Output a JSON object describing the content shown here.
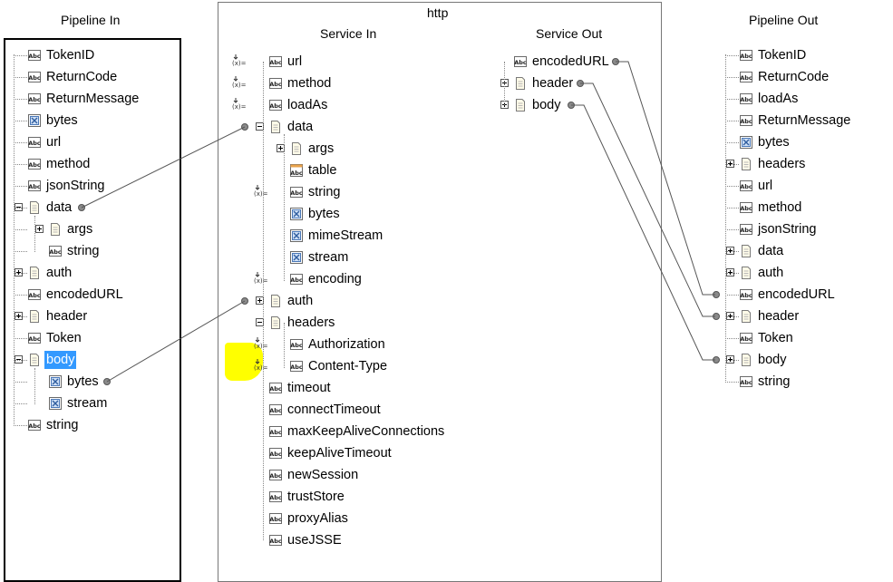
{
  "panels": {
    "pipeline_in_title": "Pipeline In",
    "http_title": "http",
    "service_in_title": "Service In",
    "service_out_title": "Service Out",
    "pipeline_out_title": "Pipeline Out"
  },
  "pipeline_in": {
    "nodes": [
      {
        "label": "TokenID",
        "icon": "string-icon"
      },
      {
        "label": "ReturnCode",
        "icon": "string-icon"
      },
      {
        "label": "ReturnMessage",
        "icon": "string-icon"
      },
      {
        "label": "bytes",
        "icon": "object-icon"
      },
      {
        "label": "url",
        "icon": "string-icon"
      },
      {
        "label": "method",
        "icon": "string-icon"
      },
      {
        "label": "jsonString",
        "icon": "string-icon"
      },
      {
        "label": "data",
        "icon": "document-icon"
      },
      {
        "label": "args",
        "icon": "document-icon"
      },
      {
        "label": "string",
        "icon": "string-icon"
      },
      {
        "label": "auth",
        "icon": "document-icon"
      },
      {
        "label": "encodedURL",
        "icon": "string-icon"
      },
      {
        "label": "header",
        "icon": "document-icon"
      },
      {
        "label": "Token",
        "icon": "string-icon"
      },
      {
        "label": "body",
        "icon": "document-icon",
        "selected": true
      },
      {
        "label": "bytes",
        "icon": "object-icon"
      },
      {
        "label": "stream",
        "icon": "object-icon"
      },
      {
        "label": "string",
        "icon": "string-icon"
      }
    ]
  },
  "service_in": {
    "nodes": [
      {
        "label": "url",
        "icon": "string-icon"
      },
      {
        "label": "method",
        "icon": "string-icon"
      },
      {
        "label": "loadAs",
        "icon": "string-icon"
      },
      {
        "label": "data",
        "icon": "document-icon"
      },
      {
        "label": "args",
        "icon": "document-icon"
      },
      {
        "label": "table",
        "icon": "table-icon"
      },
      {
        "label": "string",
        "icon": "string-icon"
      },
      {
        "label": "bytes",
        "icon": "object-icon"
      },
      {
        "label": "mimeStream",
        "icon": "object-icon"
      },
      {
        "label": "stream",
        "icon": "object-icon"
      },
      {
        "label": "encoding",
        "icon": "string-icon"
      },
      {
        "label": "auth",
        "icon": "document-icon"
      },
      {
        "label": "headers",
        "icon": "document-icon"
      },
      {
        "label": "Authorization",
        "icon": "string-icon"
      },
      {
        "label": "Content-Type",
        "icon": "string-icon"
      },
      {
        "label": "timeout",
        "icon": "string-icon"
      },
      {
        "label": "connectTimeout",
        "icon": "string-icon"
      },
      {
        "label": "maxKeepAliveConnections",
        "icon": "string-icon"
      },
      {
        "label": "keepAliveTimeout",
        "icon": "string-icon"
      },
      {
        "label": "newSession",
        "icon": "string-icon"
      },
      {
        "label": "trustStore",
        "icon": "string-icon"
      },
      {
        "label": "proxyAlias",
        "icon": "string-icon"
      },
      {
        "label": "useJSSE",
        "icon": "string-icon"
      }
    ]
  },
  "service_out": {
    "nodes": [
      {
        "label": "encodedURL",
        "icon": "string-icon"
      },
      {
        "label": "header",
        "icon": "document-icon"
      },
      {
        "label": "body",
        "icon": "document-icon"
      }
    ]
  },
  "pipeline_out": {
    "nodes": [
      {
        "label": "TokenID",
        "icon": "string-icon"
      },
      {
        "label": "ReturnCode",
        "icon": "string-icon"
      },
      {
        "label": "loadAs",
        "icon": "string-icon"
      },
      {
        "label": "ReturnMessage",
        "icon": "string-icon"
      },
      {
        "label": "bytes",
        "icon": "object-icon"
      },
      {
        "label": "headers",
        "icon": "document-icon"
      },
      {
        "label": "url",
        "icon": "string-icon"
      },
      {
        "label": "method",
        "icon": "string-icon"
      },
      {
        "label": "jsonString",
        "icon": "string-icon"
      },
      {
        "label": "data",
        "icon": "document-icon"
      },
      {
        "label": "auth",
        "icon": "document-icon"
      },
      {
        "label": "encodedURL",
        "icon": "string-icon"
      },
      {
        "label": "header",
        "icon": "document-icon"
      },
      {
        "label": "Token",
        "icon": "string-icon"
      },
      {
        "label": "body",
        "icon": "document-icon"
      },
      {
        "label": "string",
        "icon": "string-icon"
      }
    ]
  },
  "icon_glyph": "Abc",
  "colors": {
    "selection": "#3399ff",
    "highlight": "#ffff00",
    "link": "#555555"
  }
}
